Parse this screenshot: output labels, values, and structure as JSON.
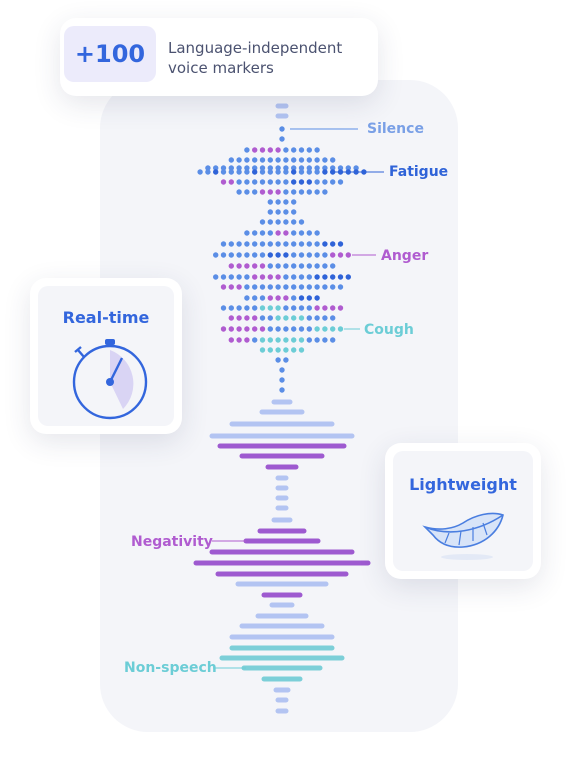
{
  "header": {
    "badge": "+100",
    "text": "Language-independent\nvoice markers"
  },
  "cards": {
    "realtime": "Real-time",
    "lightweight": "Lightweight"
  },
  "markers": {
    "silence": "Silence",
    "fatigue": "Fatigue",
    "anger": "Anger",
    "cough": "Cough",
    "negativity": "Negativity",
    "non_speech": "Non-speech"
  },
  "colors": {
    "light": "#b3c4f2",
    "blue": "#5b8ee6",
    "dark": "#2f63d8",
    "purple": "#b05cd0",
    "teal": "#6ccdd6",
    "bar_purple": "#9e5ad0",
    "bar_teal": "#7ccfd8"
  },
  "icons": [
    "stopwatch-icon",
    "feather-icon"
  ]
}
